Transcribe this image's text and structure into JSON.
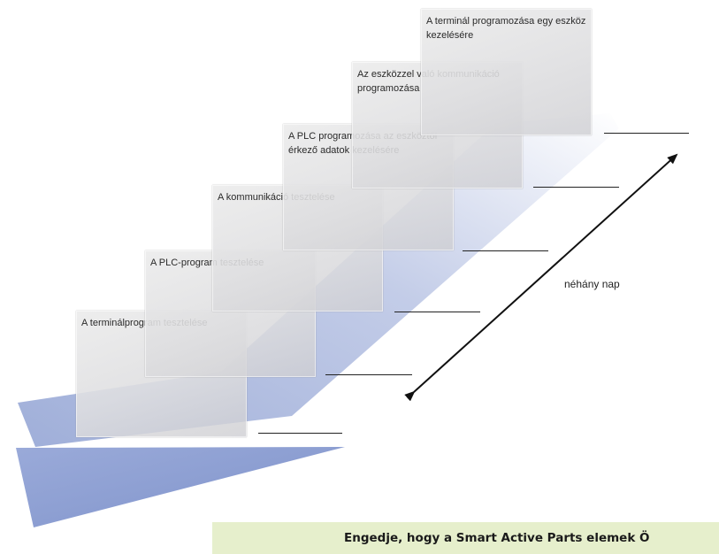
{
  "steps": [
    {
      "label": "A terminálprogram tesztelése"
    },
    {
      "label": "A PLC-program tesztelése"
    },
    {
      "label": "A kommunikáció tesztelése"
    },
    {
      "label": "A PLC programozása az eszköztől érkező adatok kezelésére"
    },
    {
      "label": "Az eszközzel való kommunikáció programozása"
    },
    {
      "label": "A terminál programozása egy eszköz kezelésére"
    }
  ],
  "duration_label": "néhány nap",
  "banner_text": "Engedje, hogy a Smart Active Parts elemek Ö",
  "colors": {
    "arrow_blue": "#a3b2dc",
    "banner_background": "#e6efcc",
    "card_grey": "#dcdcdc",
    "line": "#222222"
  }
}
